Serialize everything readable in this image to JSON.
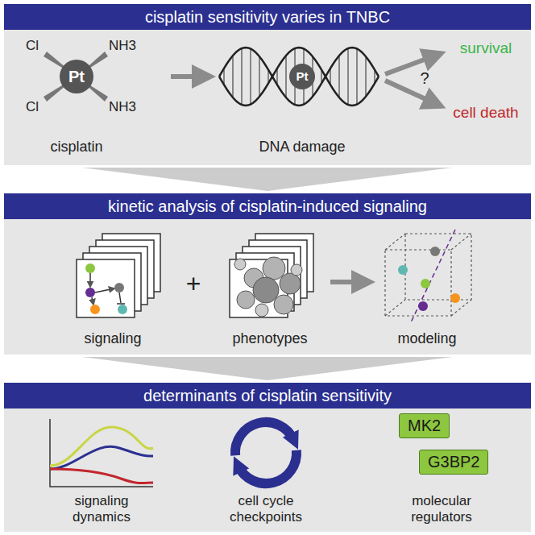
{
  "diagram": {
    "nodes": [
      {
        "text": [
          "cisplatin sensitivity varies in TNBC"
        ]
      },
      {
        "text": [
          "kinetic analysis of cisplatin-induced signaling"
        ]
      },
      {
        "text": [
          "determinants of cisplatin sensitivity"
        ]
      },
      {
        "text": [
          "MK2"
        ],
        "in": 2
      },
      {
        "text": [
          "G3BP2"
        ],
        "in": 2
      }
    ],
    "edges": [
      {
        "from": 0,
        "to": 1,
        "arrow": "to"
      },
      {
        "from": 1,
        "to": 2,
        "arrow": "to"
      }
    ],
    "labels": [
      "Cl",
      "NH3",
      "Pt",
      "Cl",
      "NH3",
      "cisplatin",
      "DNA damage",
      "Pt",
      "survival",
      "?",
      "cell death",
      "signaling",
      "+",
      "phenotypes",
      "modeling",
      "signaling dynamics",
      "cell cycle checkpoints",
      "molecular regulators"
    ]
  }
}
